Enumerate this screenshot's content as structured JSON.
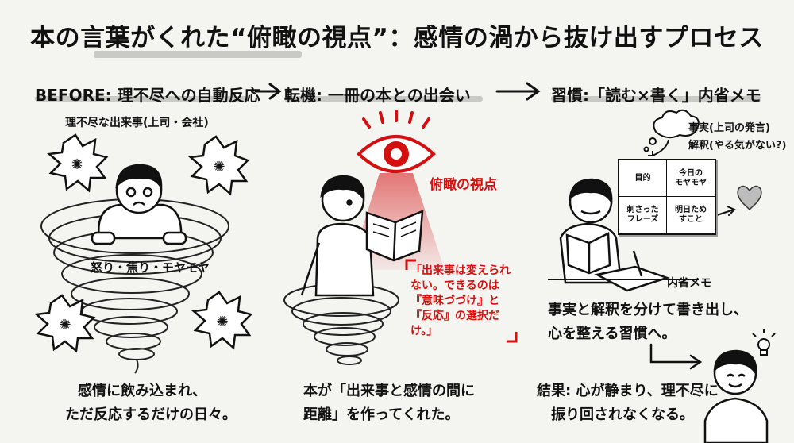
{
  "title": "本の言葉がくれた“俯瞰の視点”：感情の渦から抜け出すプロセス",
  "headers": {
    "before": "BEFORE: 理不尽への自動反応",
    "turning": "転機: 一冊の本との出会い",
    "habit": "習慣:「読む×書く」内省メモ"
  },
  "before": {
    "event_label": "理不尽な出来事(上司・会社)",
    "emotion_label": "怒り・焦り・モヤモヤ",
    "caption_line1": "感情に飲み込まれ、",
    "caption_line2": "ただ反応するだけの日々。"
  },
  "turning": {
    "perspective_label": "俯瞰の視点",
    "quote": "「出来事は変えられない。できるのは『意味づづけ』と『反応』の選択だけ。」",
    "caption_line1": "本が「出来事と感情の間に",
    "caption_line2": "距離」を作ってくれた。"
  },
  "habit": {
    "thought_fact": "事実(上司の発言)",
    "thought_interpretation": "解釈(やる気がない?)",
    "grid": [
      "目的",
      "今日の\nモヤモヤ",
      "刺さった\nフレーズ",
      "明日ため\nすこと"
    ],
    "memo_label": "内省メモ",
    "caption_line1": "事実と解釈を分けて書き出し、",
    "caption_line2": "心を整える習慣へ。",
    "result_line1": "結果: 心が静まり、理不尽に",
    "result_line2": "振り回されなくなる。"
  },
  "colors": {
    "accent": "#d40f0f",
    "ink": "#111111",
    "background": "#f4f4f1"
  },
  "icons": [
    "arrow-right-icon",
    "eye-icon",
    "heart-icon",
    "lightbulb-icon",
    "thought-cloud-icon",
    "tornado-icon",
    "anger-burst-icon"
  ]
}
